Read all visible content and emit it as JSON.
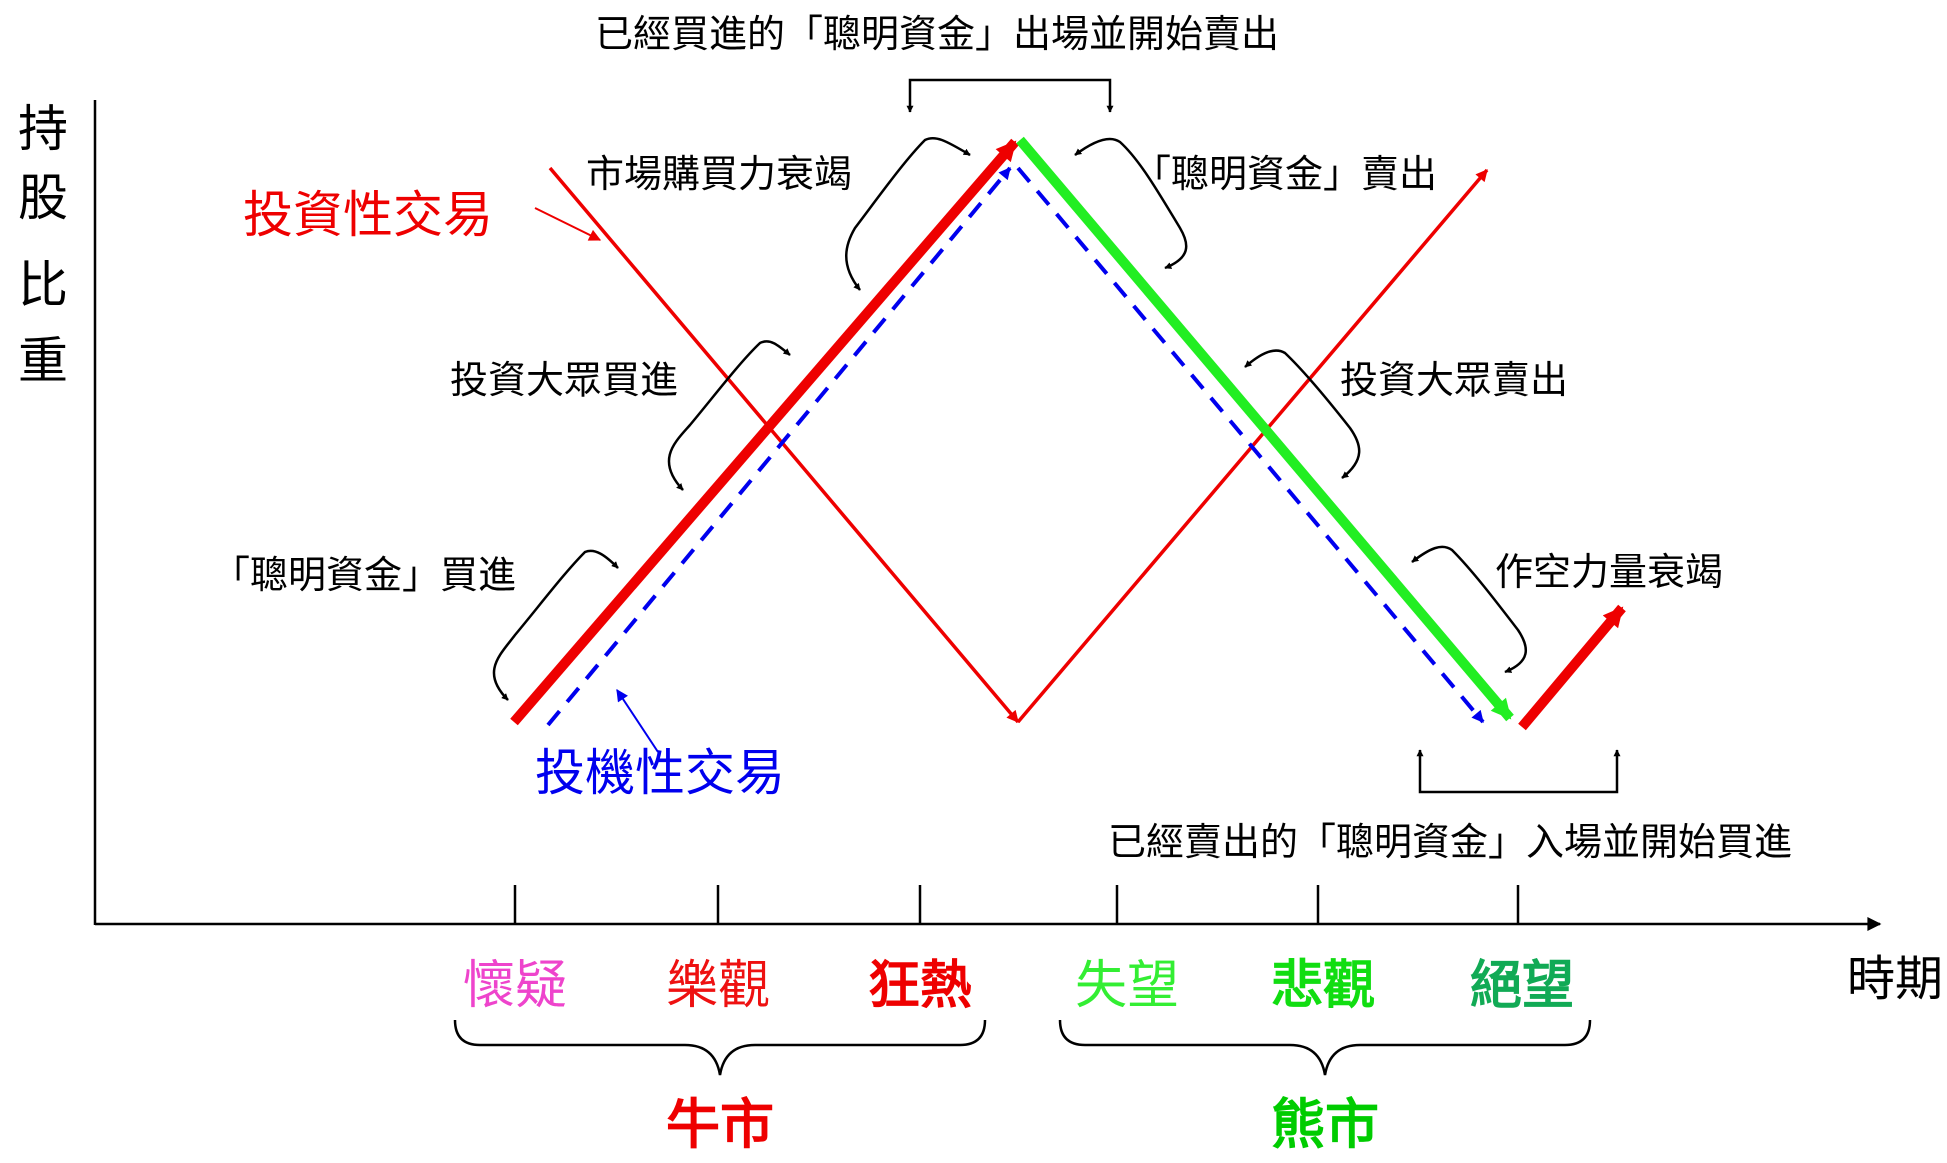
{
  "axes": {
    "y_label": [
      "持",
      "股",
      "比",
      "重"
    ],
    "x_label": "時期"
  },
  "lines": {
    "investment_label": "投資性交易",
    "speculative_label": "投機性交易"
  },
  "annotations": {
    "top": "已經買進的「聰明資金」出場並開始賣出",
    "buying_power": "市場購買力衰竭",
    "smart_sell": "「聰明資金」賣出",
    "public_buy": "投資大眾買進",
    "public_sell": "投資大眾賣出",
    "smart_buy": "「聰明資金」買進",
    "short_exhaust": "作空力量衰竭",
    "bottom": "已經賣出的「聰明資金」入場並開始買進"
  },
  "phases": [
    {
      "label": "懷疑",
      "color": "#ee44cc",
      "bold": false
    },
    {
      "label": "樂觀",
      "color": "#ee1111",
      "bold": false
    },
    {
      "label": "狂熱",
      "color": "#ee0000",
      "bold": true
    },
    {
      "label": "失望",
      "color": "#33ee33",
      "bold": false
    },
    {
      "label": "悲觀",
      "color": "#11dd11",
      "bold": true
    },
    {
      "label": "絕望",
      "color": "#11aa55",
      "bold": true
    }
  ],
  "markets": {
    "bull": {
      "label": "牛市",
      "color": "#ee0000"
    },
    "bear": {
      "label": "熊市",
      "color": "#00cc00"
    }
  },
  "colors": {
    "investment": "#ee0000",
    "speculative": "#0000ee",
    "distribution": "#22ee22",
    "axis": "#000000"
  }
}
